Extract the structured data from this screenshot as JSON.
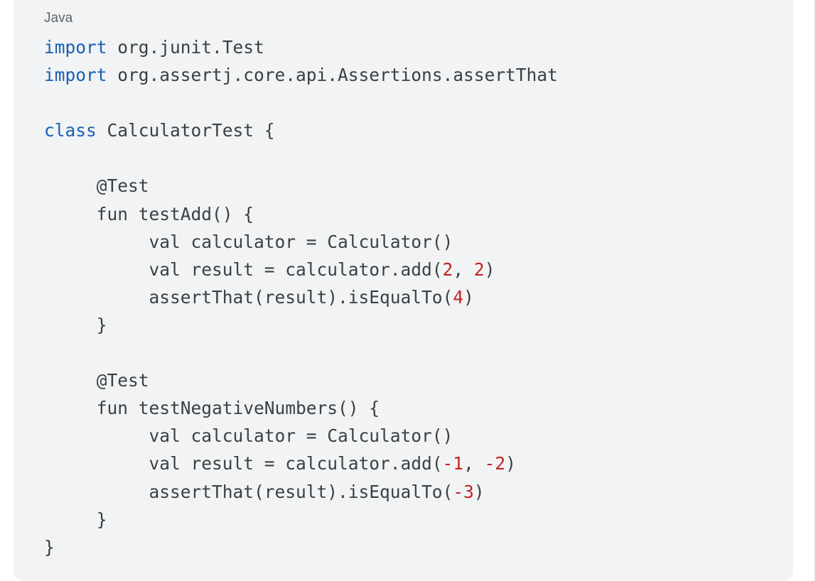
{
  "code_block": {
    "language": "Java",
    "colors": {
      "background": "#f1f3f4",
      "plain": "#3c4043",
      "keyword": "#1a5fb4",
      "number": "#c5221f",
      "label": "#5f6368"
    },
    "lines": [
      [
        {
          "t": "kw",
          "v": "import"
        },
        {
          "t": "pl",
          "v": " org.junit.Test"
        }
      ],
      [
        {
          "t": "kw",
          "v": "import"
        },
        {
          "t": "pl",
          "v": " org.assertj.core.api.Assertions.assertThat"
        }
      ],
      [],
      [
        {
          "t": "kw",
          "v": "class"
        },
        {
          "t": "pl",
          "v": " CalculatorTest {"
        }
      ],
      [],
      [
        {
          "t": "pl",
          "v": "     @Test"
        }
      ],
      [
        {
          "t": "pl",
          "v": "     fun testAdd() {"
        }
      ],
      [
        {
          "t": "pl",
          "v": "          val calculator = Calculator()"
        }
      ],
      [
        {
          "t": "pl",
          "v": "          val result = calculator.add("
        },
        {
          "t": "num",
          "v": "2"
        },
        {
          "t": "pl",
          "v": ", "
        },
        {
          "t": "num",
          "v": "2"
        },
        {
          "t": "pl",
          "v": ")"
        }
      ],
      [
        {
          "t": "pl",
          "v": "          assertThat(result).isEqualTo("
        },
        {
          "t": "num",
          "v": "4"
        },
        {
          "t": "pl",
          "v": ")"
        }
      ],
      [
        {
          "t": "pl",
          "v": "     }"
        }
      ],
      [],
      [
        {
          "t": "pl",
          "v": "     @Test"
        }
      ],
      [
        {
          "t": "pl",
          "v": "     fun testNegativeNumbers() {"
        }
      ],
      [
        {
          "t": "pl",
          "v": "          val calculator = Calculator()"
        }
      ],
      [
        {
          "t": "pl",
          "v": "          val result = calculator.add("
        },
        {
          "t": "num",
          "v": "-1"
        },
        {
          "t": "pl",
          "v": ", "
        },
        {
          "t": "num",
          "v": "-2"
        },
        {
          "t": "pl",
          "v": ")"
        }
      ],
      [
        {
          "t": "pl",
          "v": "          assertThat(result).isEqualTo("
        },
        {
          "t": "num",
          "v": "-3"
        },
        {
          "t": "pl",
          "v": ")"
        }
      ],
      [
        {
          "t": "pl",
          "v": "     }"
        }
      ],
      [
        {
          "t": "pl",
          "v": "}"
        }
      ]
    ]
  }
}
